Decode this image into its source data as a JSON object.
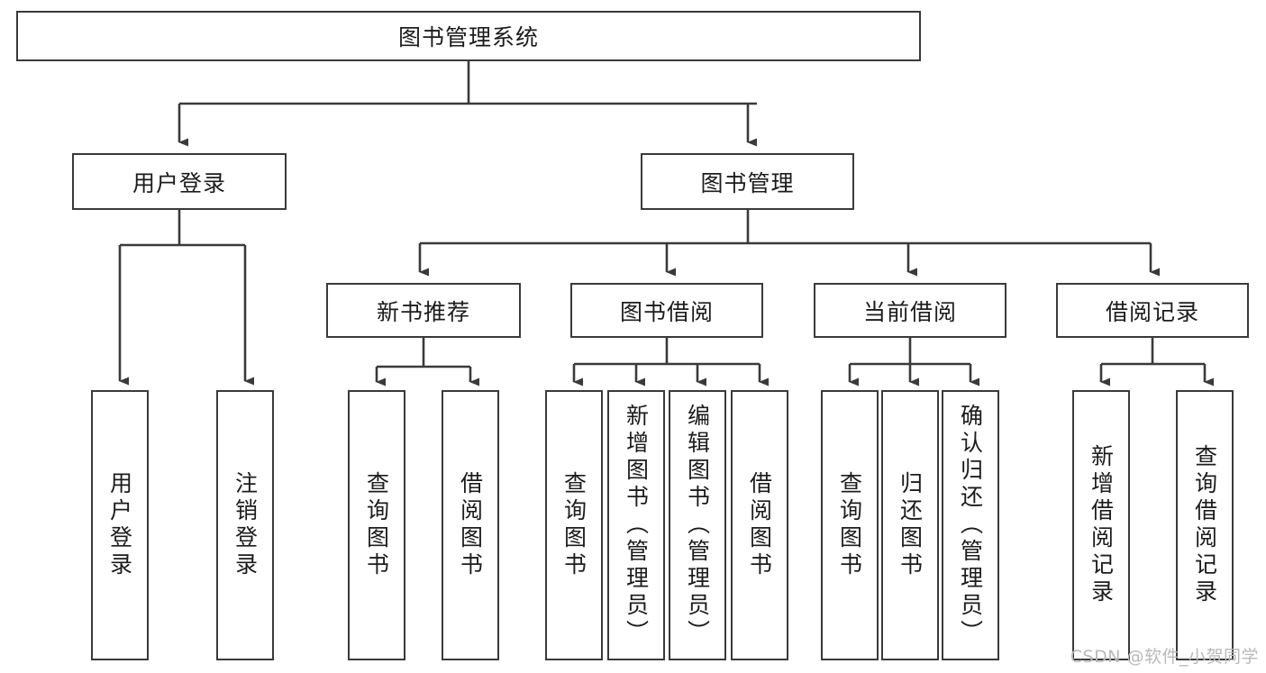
{
  "diagram": {
    "title": "图书管理系统",
    "type": "tree",
    "orientation": "top-down",
    "line_color": "#3a3a3a",
    "box_fill": "#ffffff",
    "text_color": "#1c1c1c",
    "root": {
      "id": "root",
      "label": "图书管理系统",
      "text_direction": "horizontal"
    },
    "level1": [
      {
        "id": "user-login",
        "label": "用户登录",
        "text_direction": "horizontal"
      },
      {
        "id": "book-manage",
        "label": "图书管理",
        "text_direction": "horizontal"
      }
    ],
    "level2": [
      {
        "id": "new-book-rec",
        "label": "新书推荐",
        "parent": "book-manage",
        "text_direction": "horizontal"
      },
      {
        "id": "book-borrow",
        "label": "图书借阅",
        "parent": "book-manage",
        "text_direction": "horizontal"
      },
      {
        "id": "current-borrow",
        "label": "当前借阅",
        "parent": "book-manage",
        "text_direction": "horizontal"
      },
      {
        "id": "borrow-record",
        "label": "借阅记录",
        "parent": "book-manage",
        "text_direction": "horizontal"
      }
    ],
    "leaves": [
      {
        "id": "leaf-user-login",
        "label": "用户登录",
        "parent": "user-login",
        "text_direction": "vertical"
      },
      {
        "id": "leaf-logout",
        "label": "注销登录",
        "parent": "user-login",
        "text_direction": "vertical"
      },
      {
        "id": "leaf-query-book-1",
        "label": "查询图书",
        "parent": "new-book-rec",
        "text_direction": "vertical"
      },
      {
        "id": "leaf-borrow-book-1",
        "label": "借阅图书",
        "parent": "new-book-rec",
        "text_direction": "vertical"
      },
      {
        "id": "leaf-query-book-2",
        "label": "查询图书",
        "parent": "book-borrow",
        "text_direction": "vertical"
      },
      {
        "id": "leaf-add-book",
        "label": "新增图书（管理员）",
        "parent": "book-borrow",
        "text_direction": "vertical"
      },
      {
        "id": "leaf-edit-book",
        "label": "编辑图书（管理员）",
        "parent": "book-borrow",
        "text_direction": "vertical"
      },
      {
        "id": "leaf-borrow-book-2",
        "label": "借阅图书",
        "parent": "book-borrow",
        "text_direction": "vertical"
      },
      {
        "id": "leaf-query-book-3",
        "label": "查询图书",
        "parent": "current-borrow",
        "text_direction": "vertical"
      },
      {
        "id": "leaf-return-book",
        "label": "归还图书",
        "parent": "current-borrow",
        "text_direction": "vertical"
      },
      {
        "id": "leaf-confirm-return",
        "label": "确认归还（管理员）",
        "parent": "current-borrow",
        "text_direction": "vertical"
      },
      {
        "id": "leaf-add-record",
        "label": "新增借阅记录",
        "parent": "borrow-record",
        "text_direction": "vertical"
      },
      {
        "id": "leaf-query-record",
        "label": "查询借阅记录",
        "parent": "borrow-record",
        "text_direction": "vertical"
      }
    ]
  },
  "watermark": {
    "text": "CSDN @软件_小贺同学"
  }
}
